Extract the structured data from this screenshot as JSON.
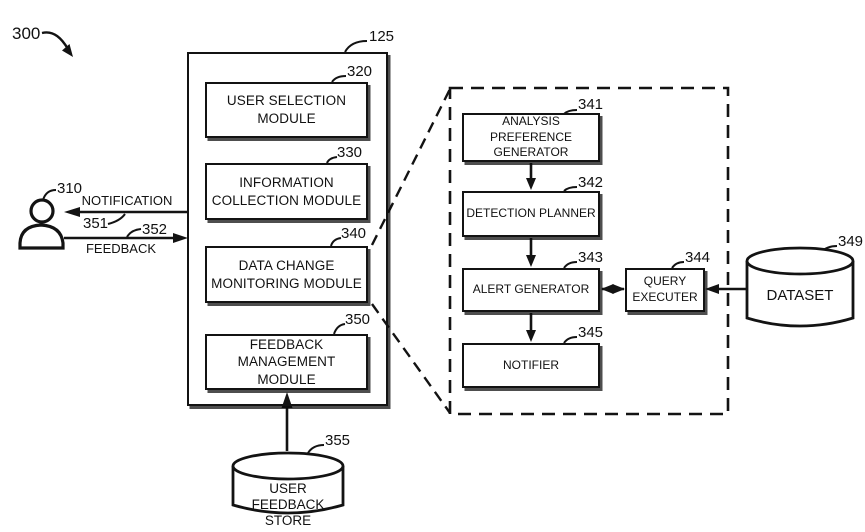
{
  "figure_ref": "300",
  "person": {
    "ref": "310"
  },
  "flows": {
    "notification": {
      "label": "NOTIFICATION",
      "ref": "351"
    },
    "feedback": {
      "label": "FEEDBACK",
      "ref": "352"
    }
  },
  "main_box": {
    "ref": "125",
    "modules": [
      {
        "ref": "320",
        "label": "USER SELECTION\nMODULE"
      },
      {
        "ref": "330",
        "label": "INFORMATION\nCOLLECTION MODULE"
      },
      {
        "ref": "340",
        "label": "DATA CHANGE\nMONITORING MODULE"
      },
      {
        "ref": "350",
        "label": "FEEDBACK\nMANAGEMENT MODULE"
      }
    ]
  },
  "detail_box": {
    "modules": [
      {
        "ref": "341",
        "label": "ANALYSIS PREFERENCE\nGENERATOR"
      },
      {
        "ref": "342",
        "label": "DETECTION PLANNER"
      },
      {
        "ref": "343",
        "label": "ALERT GENERATOR"
      },
      {
        "ref": "345",
        "label": "NOTIFIER"
      }
    ],
    "query_executer": {
      "ref": "344",
      "label": "QUERY\nEXECUTER"
    }
  },
  "datastores": {
    "dataset": {
      "ref": "349",
      "label": "DATASET"
    },
    "user_feedback_store": {
      "ref": "355",
      "label": "USER FEEDBACK\nSTORE"
    }
  }
}
